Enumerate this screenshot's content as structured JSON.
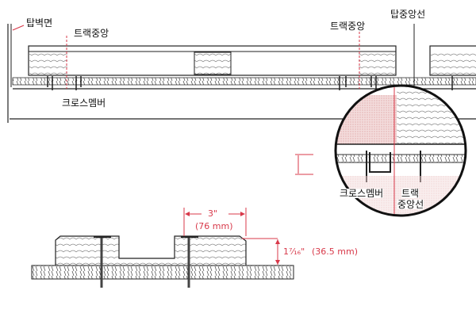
{
  "labels": {
    "wall_face": "탑벽면",
    "track_center_left": "트랙중앙",
    "track_center_right": "트랙중앙",
    "top_center_line": "탑중앙선",
    "crossmember_top": "크로스멤버",
    "crossmember_detail": "크로스멤버",
    "track_center_line_1": "트랙",
    "track_center_line_2": "중앙선"
  },
  "dimensions": {
    "width_in": "3\"",
    "width_mm": "(76 mm)",
    "height_in": "1⁷⁄₁₆\"",
    "height_mm": "(36.5 mm)"
  },
  "colors": {
    "accent": "#d8394a",
    "line": "#222222"
  }
}
